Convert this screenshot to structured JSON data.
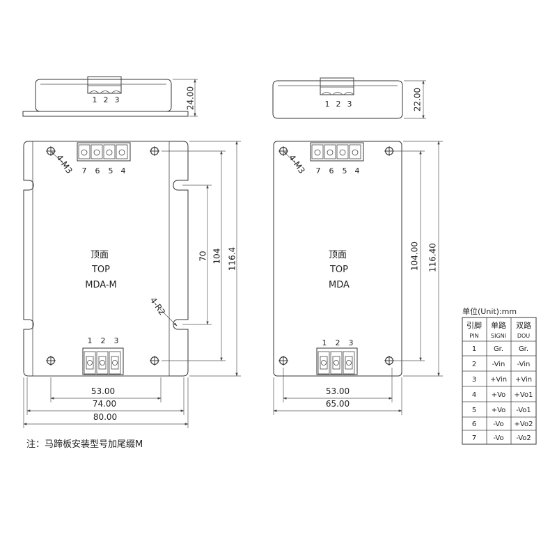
{
  "side_views": {
    "m": {
      "pins": [
        "1",
        "2",
        "3"
      ],
      "height": "24.00"
    },
    "s": {
      "pins": [
        "1",
        "2",
        "3"
      ],
      "height": "22.00"
    }
  },
  "top_view_m": {
    "top_pins": [
      "7",
      "6",
      "5",
      "4"
    ],
    "bottom_pins": [
      "1",
      "2",
      "3"
    ],
    "hole_label": "4-M3",
    "slot_label": "4-R2",
    "face_cn": "顶面",
    "face_en": "TOP",
    "model": "MDA-M",
    "dims": {
      "slot_pitch": "70",
      "hole_pitch": "104",
      "length": "116.4",
      "hole_span": "53.00",
      "body_width": "74.00",
      "flange_width": "80.00"
    }
  },
  "top_view_s": {
    "top_pins": [
      "7",
      "6",
      "5",
      "4"
    ],
    "bottom_pins": [
      "1",
      "2",
      "3"
    ],
    "hole_label": "4-M3",
    "face_cn": "顶面",
    "face_en": "TOP",
    "model": "MDA",
    "dims": {
      "hole_pitch": "104.00",
      "length": "116.40",
      "hole_span": "53.00",
      "width": "65.00"
    }
  },
  "note": "注：马蹄板安装型号加尾缀M",
  "pin_table": {
    "unit": "单位(Unit):mm",
    "headers": [
      {
        "cn": "引脚",
        "en": "PIN"
      },
      {
        "cn": "单路",
        "en": "SIGNI"
      },
      {
        "cn": "双路",
        "en": "DOU"
      }
    ],
    "rows": [
      [
        "1",
        "Gr.",
        "Gr."
      ],
      [
        "2",
        "-Vin",
        "-Vin"
      ],
      [
        "3",
        "+Vin",
        "+Vin"
      ],
      [
        "4",
        "+Vo",
        "+Vo1"
      ],
      [
        "5",
        "+Vo",
        "-Vo1"
      ],
      [
        "6",
        "-Vo",
        "+Vo2"
      ],
      [
        "7",
        "-Vo",
        "-Vo2"
      ]
    ]
  }
}
